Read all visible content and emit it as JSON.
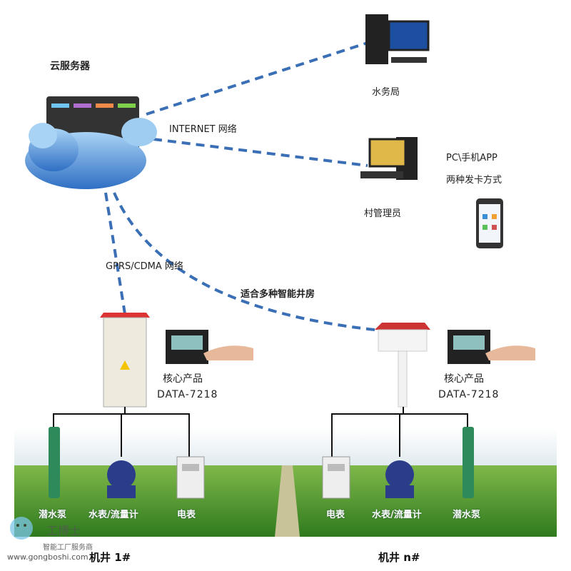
{
  "cloud_server": {
    "label": "云服务器"
  },
  "network": {
    "internet_label": "INTERNET 网络",
    "gprs_label": "GPRS/CDMA 网络",
    "wellhouse_label": "适合多种智能井房"
  },
  "clients": {
    "water_bureau": "水务局",
    "village_admin": "村管理员",
    "app_line1": "PC\\手机APP",
    "app_line2": "两种发卡方式"
  },
  "wells": [
    {
      "title": "机井 1#",
      "product_line1": "核心产品",
      "product_line2": "DATA-7218",
      "devices": [
        "潜水泵",
        "水表/流量计",
        "电表"
      ]
    },
    {
      "title": "机井 n#",
      "product_line1": "核心产品",
      "product_line2": "DATA-7218",
      "devices": [
        "电表",
        "水表/流量计",
        "潜水泵"
      ]
    }
  ],
  "watermark": {
    "brand": "工博士",
    "slogan": "智能工厂服务商",
    "url": "www.gongboshi.com"
  },
  "colors": {
    "dash": "#3a6fb5",
    "cloud": "#4a8fd6",
    "field": "#4e9a2e"
  }
}
